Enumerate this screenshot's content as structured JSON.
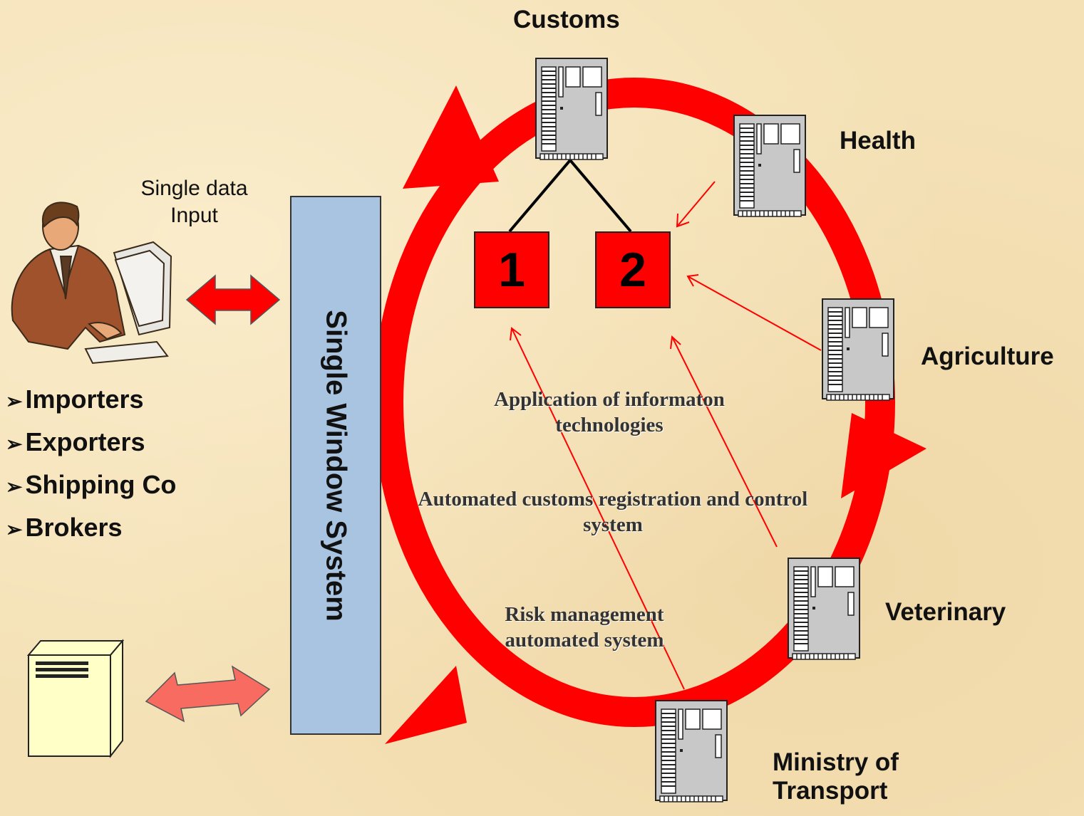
{
  "colors": {
    "cycle": "#ff0000",
    "window": "#a9c4e0",
    "background": "#f4e1b6",
    "terminal": "#ffffc8"
  },
  "system": {
    "title": "Single Window System"
  },
  "input": {
    "label": "Single data Input"
  },
  "participants": [
    "Importers",
    "Exporters",
    "Shipping Co",
    "Brokers"
  ],
  "agencies": {
    "customs": "Customs",
    "health": "Health",
    "agriculture": "Agriculture",
    "veterinary": "Veterinary",
    "transport": "Ministry of Transport"
  },
  "boxes": [
    "1",
    "2"
  ],
  "subsystems": {
    "it": "Application of informaton technologies",
    "acrcs": "Automated customs registration and control  system",
    "risk": "Risk management automated system"
  },
  "icons": [
    "user-at-computer-icon",
    "server-icon",
    "terminal-icon",
    "double-arrow-icon"
  ]
}
